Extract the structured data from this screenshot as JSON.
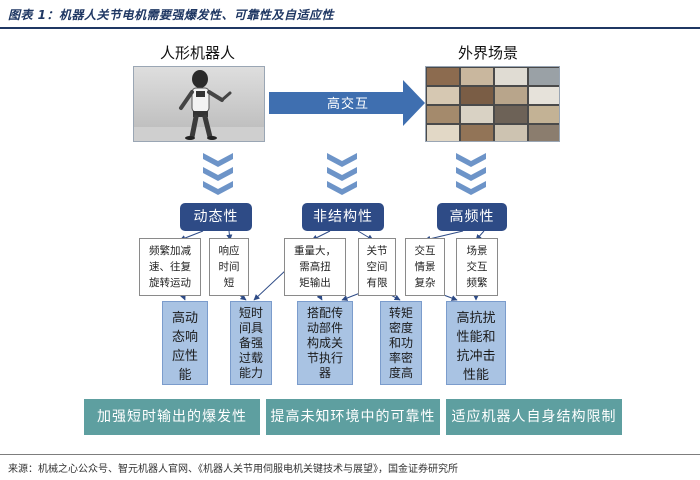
{
  "figure": {
    "title": "图表 1：机器人关节电机需要强爆发性、可靠性及自适应性",
    "source": "来源：机械之心公众号、智元机器人官网、《机器人关节用伺服电机关键技术与展望》，国金证券研究所"
  },
  "top": {
    "left_title": "人形机器人",
    "right_title": "外界场景",
    "arrow_label": "高交互",
    "left_image": "robot-photo",
    "right_image": "scene-photos"
  },
  "categories": [
    "动态性",
    "非结构性",
    "高频性"
  ],
  "notes": [
    {
      "lines": [
        "频繁加减",
        "速、往复",
        "旋转运动"
      ]
    },
    {
      "lines": [
        "响应",
        "时间",
        "短"
      ]
    },
    {
      "lines": [
        "重量大，",
        "需高扭",
        "矩输出"
      ]
    },
    {
      "lines": [
        "关节",
        "空间",
        "有限"
      ]
    },
    {
      "lines": [
        "交互",
        "情景",
        "复杂"
      ]
    },
    {
      "lines": [
        "场景",
        "交互",
        "频繁"
      ]
    }
  ],
  "requirements": [
    {
      "lines": [
        "高动",
        "态响",
        "应性",
        "能"
      ]
    },
    {
      "lines": [
        "短时",
        "间具",
        "备强",
        "过载",
        "能力"
      ]
    },
    {
      "lines": [
        "搭配传",
        "动部件",
        "构成关",
        "节执行",
        "器"
      ]
    },
    {
      "lines": [
        "转矩",
        "密度",
        "和功",
        "率密",
        "度高"
      ]
    },
    {
      "lines": [
        "高抗扰",
        "性能和",
        "抗冲击",
        "性能"
      ]
    }
  ],
  "banners": [
    "加强短时输出的爆发性",
    "提高未知环境中的可靠性",
    "适应机器人自身结构限制"
  ],
  "colors": {
    "title_blue": "#1f3763",
    "category_fill": "#2e4b86",
    "arrow_fill": "#3f6fb0",
    "chevron_fill": "#6d94c8",
    "requirement_fill": "#a9c3e3",
    "banner_fill": "#5e9fa0"
  }
}
